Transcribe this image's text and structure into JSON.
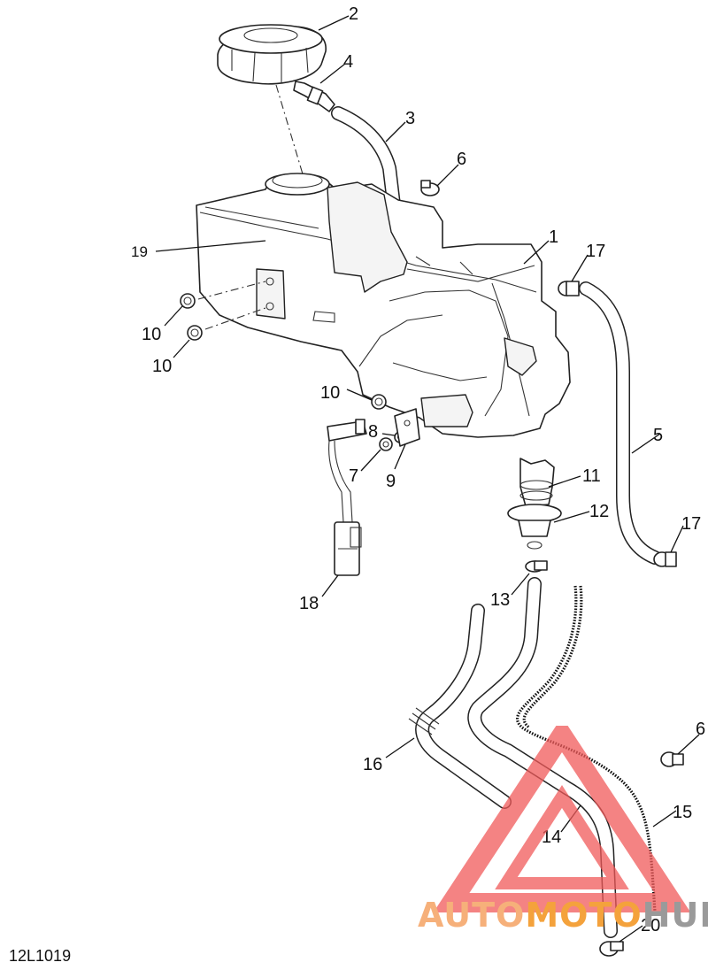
{
  "figure_id": "12L1019",
  "watermark": {
    "word_a": "AUTO",
    "word_b": "MOTO",
    "word_c": "HUB",
    "color_a": "#f6b07a",
    "color_b": "#f4a23c",
    "color_c": "#9a9a9a",
    "triangle_color": "#f05a5a"
  },
  "callouts": {
    "c1": "1",
    "c2": "2",
    "c3": "3",
    "c4": "4",
    "c5": "5",
    "c6a": "6",
    "c6b": "6",
    "c7": "7",
    "c8": "8",
    "c9": "9",
    "c10a": "10",
    "c10b": "10",
    "c10c": "10",
    "c11": "11",
    "c12": "12",
    "c13": "13",
    "c14": "14",
    "c15": "15",
    "c16": "16",
    "c17a": "17",
    "c17b": "17",
    "c18": "18",
    "c19": "19",
    "c20": "20"
  }
}
